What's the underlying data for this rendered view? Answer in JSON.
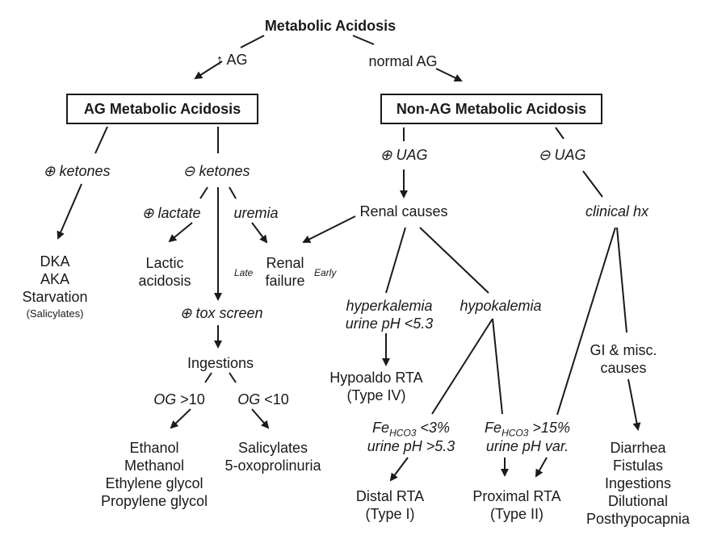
{
  "title": "Metabolic Acidosis",
  "edges": {
    "up_ag": "↑ AG",
    "normal_ag": "normal AG"
  },
  "boxes": {
    "ag": "AG Metabolic Acidosis",
    "non_ag": "Non-AG Metabolic Acidosis"
  },
  "ag_branch": {
    "pos_ketones": "⊕ ketones",
    "neg_ketones": "⊖ ketones",
    "ketone_causes": "DKA\nAKA\nStarvation",
    "salicylates_note": "(Salicylates)",
    "pos_lactate": "⊕ lactate",
    "uremia": "uremia",
    "lactic": "Lactic\nacidosis",
    "renal_failure": "Renal\nfailure",
    "late": "Late",
    "early": "Early",
    "tox_screen": "⊕ tox screen",
    "ingestions": "Ingestions",
    "og_high_prefix": "OG",
    "og_high_suffix": " >10",
    "og_low_prefix": "OG",
    "og_low_suffix": " <10",
    "toxic_alcohols": "Ethanol\nMethanol\nEthylene glycol\nPropylene glycol",
    "salicylates": "Salicylates\n5-oxoprolinuria"
  },
  "non_ag_branch": {
    "pos_uag": "⊕ UAG",
    "neg_uag": "⊖ UAG",
    "renal_causes": "Renal causes",
    "clinical_hx": "clinical hx",
    "hyperkalemia": "hyperkalemia\nurine pH <5.3",
    "hypokalemia": "hypokalemia",
    "hypoaldo": "Hypoaldo RTA\n(Type IV)",
    "fe_low_main": "Fe",
    "fe_low_sub": "HCO3",
    "fe_low_rest": " <3%",
    "fe_low_ph": "urine pH >5.3",
    "fe_high_main": "Fe",
    "fe_high_sub": "HCO3",
    "fe_high_rest": " >15%",
    "fe_high_ph": "urine pH var.",
    "distal": "Distal RTA\n(Type I)",
    "proximal": "Proximal RTA\n(Type II)",
    "gi_misc": "GI & misc.\ncauses",
    "gi_causes": "Diarrhea\nFistulas\nIngestions\nDilutional\nPosthypocapnia"
  }
}
